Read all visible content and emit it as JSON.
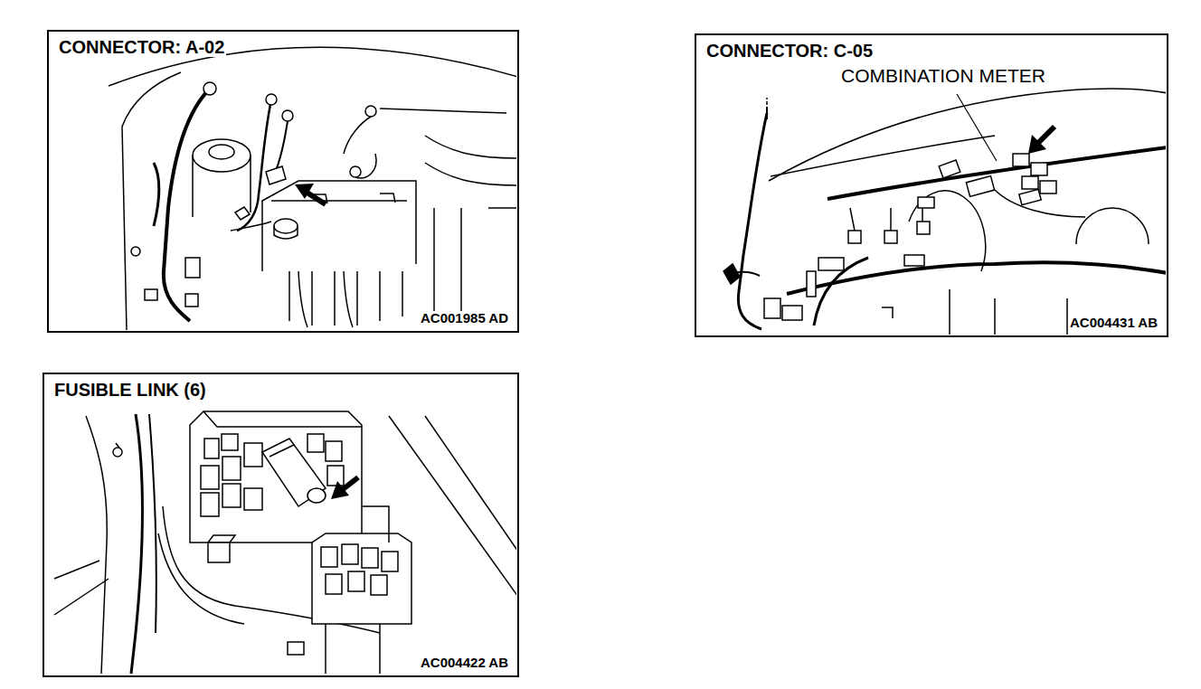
{
  "diagram": {
    "nodes": [
      {
        "text": [
          "CONNECTOR: A-02",
          "AC001985 AD"
        ]
      },
      {
        "text": [
          "CONNECTOR: C-05",
          "AC004431 AB"
        ]
      },
      {
        "text": [
          "FUSIBLE LINK (6)",
          "AC004422 AB"
        ]
      }
    ],
    "edges": [],
    "labels": [
      "COMBINATION METER"
    ]
  }
}
